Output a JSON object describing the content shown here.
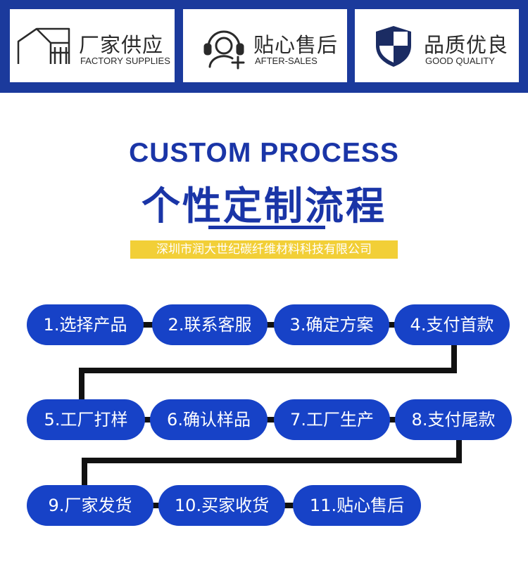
{
  "banner": {
    "cards": [
      {
        "title": "厂家供应",
        "subtitle": "FACTORY SUPPLIES",
        "icon": "factory-icon"
      },
      {
        "title": "贴心售后",
        "subtitle": "AFTER-SALES",
        "icon": "headset-support-icon"
      },
      {
        "title": "品质优良",
        "subtitle": "GOOD QUALITY",
        "icon": "shield-icon"
      }
    ]
  },
  "header": {
    "title_en": "CUSTOM PROCESS",
    "title_cn": "个性定制流程",
    "company": "深圳市润大世纪碳纤维材料科技有限公司"
  },
  "steps": [
    "1.选择产品",
    "2.联系客服",
    "3.确定方案",
    "4.支付首款",
    "5.工厂打样",
    "6.确认样品",
    "7.工厂生产",
    "8.支付尾款",
    "9.厂家发货",
    "10.买家收货",
    "11.贴心售后"
  ],
  "colors": {
    "banner_blue": "#1b3a9c",
    "title_blue": "#1a35a7",
    "step_blue": "#1742c7",
    "company_yellow": "#f2cf37",
    "connector": "#111111"
  }
}
